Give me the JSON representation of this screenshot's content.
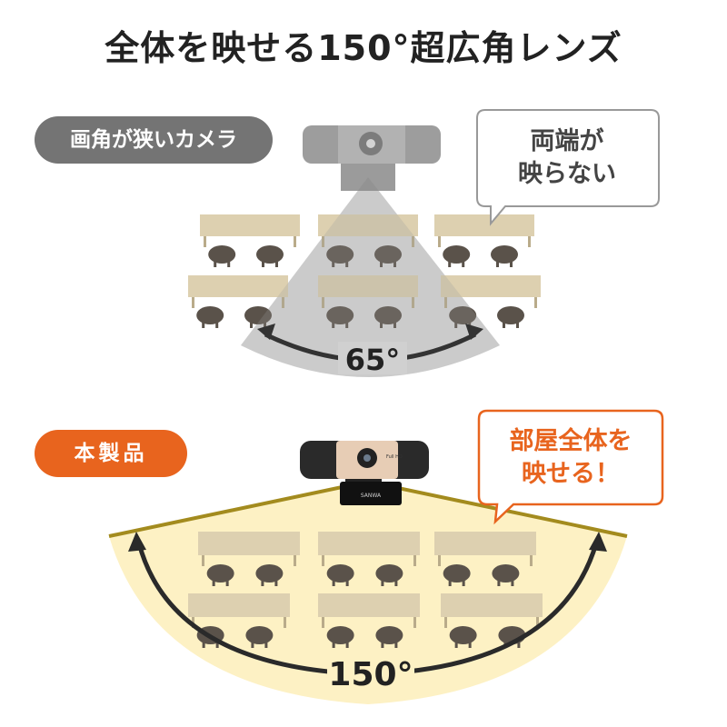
{
  "title": "全体を映せる150°超広角レンズ",
  "narrow": {
    "label": "画角が狭いカメラ",
    "bubble_line1": "両端が",
    "bubble_line2": "映らない",
    "angle": "65°"
  },
  "product": {
    "label": "本製品",
    "bubble_line1": "部屋全体を",
    "bubble_line2": "映せる！",
    "angle": "150°",
    "camera_text": "Full HD"
  },
  "colors": {
    "accent_orange": "#e8641e",
    "gray_label": "#747474",
    "wide_fov_fill": "#fdf1c4",
    "wide_fov_line": "#a38b1e",
    "table": "#ddd0b0",
    "chair": "#5a524a"
  }
}
